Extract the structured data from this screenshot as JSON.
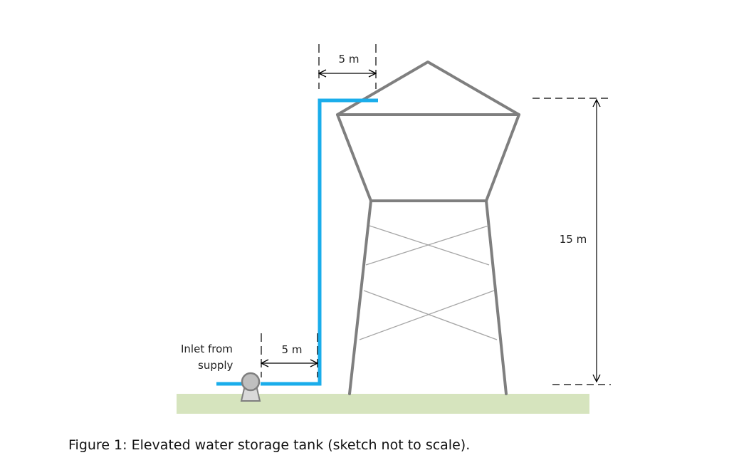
{
  "labels": {
    "top_dimension": "5 m",
    "bottom_dimension": "5 m",
    "height_dimension": "15 m",
    "inlet_line1": "Inlet from",
    "inlet_line2": "supply"
  },
  "caption": "Figure 1: Elevated water storage tank (sketch not to scale).",
  "colors": {
    "pipe": "#1AADEB",
    "tower": "#7F7F7F",
    "bracing": "#A6A6A6",
    "ground": "#D6E4BE",
    "pump": "#BFBFBF",
    "dimension": "#000000"
  },
  "icons": {
    "pump": "pump-icon"
  }
}
